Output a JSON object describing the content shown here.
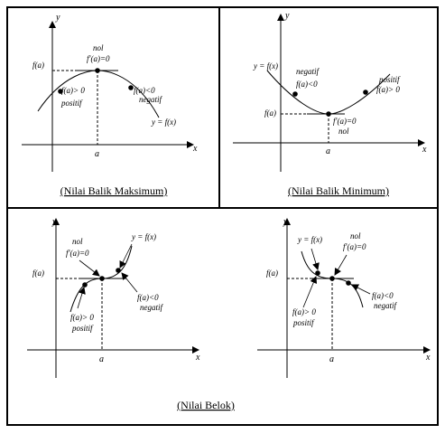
{
  "panel_max": {
    "y_axis": "y",
    "x_axis": "x",
    "fa": "f(a)",
    "a": "a",
    "nol": "nol",
    "fprime_zero": "f′(a)=0",
    "left_cond": "f(a)> 0",
    "left_sign": "positif",
    "right_cond": "f(a)<0",
    "right_sign": "negatif",
    "curve": "y = f(x)",
    "caption": "(Nilai Balik Maksimum)"
  },
  "panel_min": {
    "y_axis": "y",
    "x_axis": "x",
    "fa": "f(a)",
    "a": "a",
    "curve": "y = f(x)",
    "left_sign": "negatif",
    "left_cond": "f(a)<0",
    "right_sign": "positif",
    "right_cond": "f(a)> 0",
    "fprime_zero": "f′(a)=0",
    "nol": "nol",
    "caption": "(Nilai Balik Minimum)"
  },
  "panel_belok1": {
    "y_axis": "y",
    "x_axis": "x",
    "fa": "f(a)",
    "a": "a",
    "nol": "nol",
    "fprime_zero": "f′(a)=0",
    "curve": "y = f(x)",
    "right_cond": "f(a)<0",
    "right_sign": "negatif",
    "left_cond": "f(a)> 0",
    "left_sign": "positif"
  },
  "panel_belok2": {
    "y_axis": "y",
    "x_axis": "x",
    "fa": "f(a)",
    "a": "a",
    "curve": "y = f(x)",
    "nol": "nol",
    "fprime_zero": "f′(a)=0",
    "right_cond": "f(a)<0",
    "right_sign": "negatif",
    "left_cond": "f(a)> 0",
    "left_sign": "positif"
  },
  "caption_belok": "(Nilai Belok)"
}
